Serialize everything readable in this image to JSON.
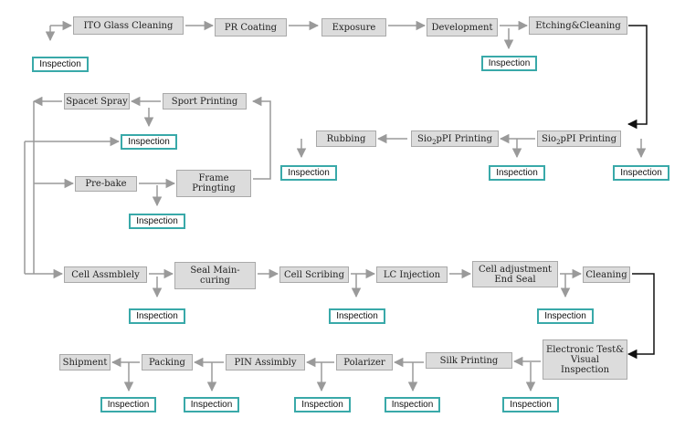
{
  "steps": {
    "ito_glass_cleaning": "ITO Glass Cleaning",
    "pr_coating": "PR Coating",
    "exposure": "Exposure",
    "development": "Development",
    "etching_cleaning": "Etching&Cleaning",
    "spacet_spray": "Spacet Spray",
    "sport_printing": "Sport Printing",
    "rubbing": "Rubbing",
    "sio2_pi_printing_left_prefix": "Sio",
    "sio2_pi_printing_left_sub": "2",
    "sio2_pi_printing_left_suffix": "pPI Printing",
    "sio2_pi_printing_right_prefix": "Sio",
    "sio2_pi_printing_right_sub": "2",
    "sio2_pi_printing_right_suffix": "pPI Printing",
    "pre_bake": "Pre-bake",
    "frame_printing": "Frame\nPringting",
    "cell_assembly": "Cell Assmblely",
    "seal_main_curing": "Seal Main-\ncuring",
    "cell_scribing": "Cell Scribing",
    "lc_injection": "LC Injection",
    "cell_adjustment": "Cell adjustment\nEnd Seal",
    "cleaning": "Cleaning",
    "electronic_test": "Electronic Test&\nVisual\nInspection",
    "silk_printing": "Silk Printing",
    "polarizer": "Polarizer",
    "pin_assembly": "PIN Assimbly",
    "packing": "Packing",
    "shipment": "Shipment"
  },
  "inspection_label": "Inspection"
}
